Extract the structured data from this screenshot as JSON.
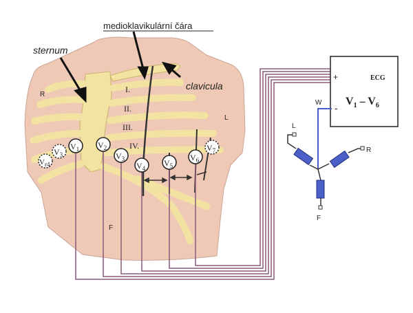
{
  "labels": {
    "midclavicular_line": "medioklavikulární čára",
    "sternum": "sternum",
    "clavicula": "clavicula",
    "right_side": "R",
    "left_side": "L",
    "foot": "F"
  },
  "ribs": [
    "I.",
    "II.",
    "III.",
    "IV."
  ],
  "electrodes": [
    {
      "main": "V",
      "sub": "1"
    },
    {
      "main": "V",
      "sub": "2"
    },
    {
      "main": "V",
      "sub": "3"
    },
    {
      "main": "V",
      "sub": "4"
    },
    {
      "main": "V",
      "sub": "5"
    },
    {
      "main": "V",
      "sub": "6"
    },
    {
      "main": "V",
      "sub": "7"
    },
    {
      "main": "V",
      "sub": "3"
    },
    {
      "main": "V",
      "sub": "r4"
    }
  ],
  "ecg_box": {
    "title": "ECG",
    "plus": "+",
    "minus": "-",
    "range_v": "V",
    "range_from_sub": "1",
    "range_dash": " – ",
    "range_to_sub": "6"
  },
  "wilson": {
    "w": "W",
    "l": "L",
    "r": "R",
    "f": "F"
  },
  "colors": {
    "skin": "#f0c9b6",
    "bone": "#f2e3a3",
    "wire": "#8a5a7a",
    "resistor": "#4b5fc9"
  }
}
